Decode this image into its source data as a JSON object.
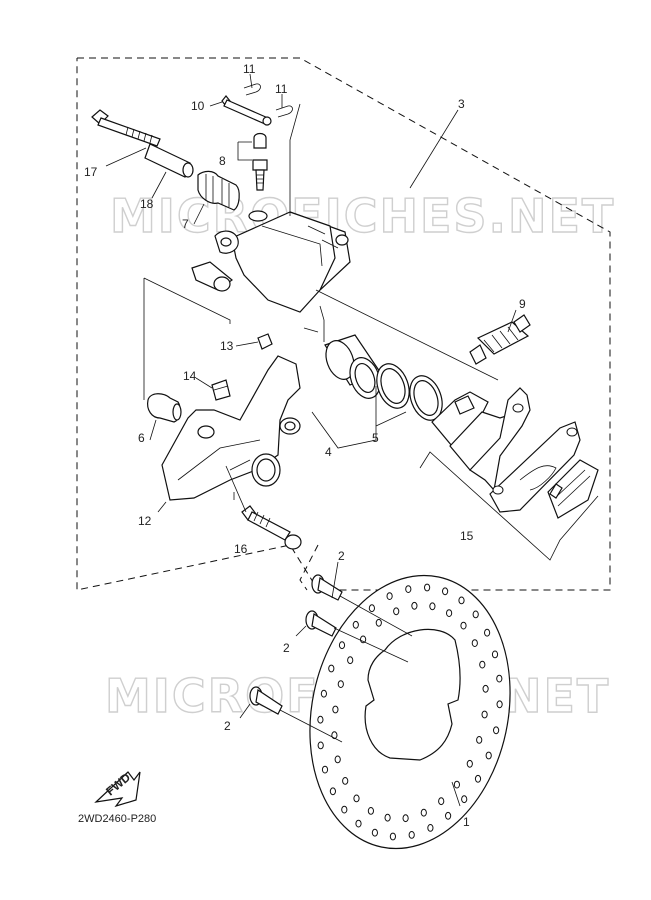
{
  "watermarks": [
    "MICROFICHES.NET",
    "MICROFICHES.NET"
  ],
  "diagram_code": "2WD2460-P280",
  "fwd_label": "FWD",
  "callouts": {
    "c1": "1",
    "c2a": "2",
    "c2b": "2",
    "c2c": "2",
    "c3": "3",
    "c4": "4",
    "c5": "5",
    "c6": "6",
    "c7": "7",
    "c8": "8",
    "c9": "9",
    "c10": "10",
    "c11a": "11",
    "c11b": "11",
    "c12": "12",
    "c13": "13",
    "c14": "14",
    "c15": "15",
    "c16": "16",
    "c17": "17",
    "c18": "18"
  }
}
